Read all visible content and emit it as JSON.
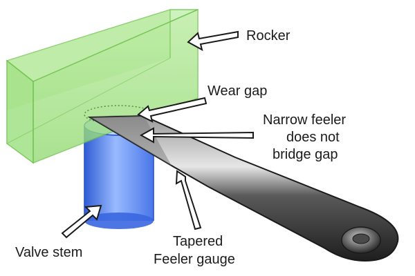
{
  "labels": {
    "rocker": "Rocker",
    "wear_gap": "Wear gap",
    "narrow_feeler_line1": "Narrow feeler",
    "narrow_feeler_line2": "does not",
    "narrow_feeler_line3": "bridge gap",
    "tapered_line1": "Tapered",
    "tapered_line2": "Feeler gauge",
    "valve_stem": "Valve stem"
  },
  "colors": {
    "rocker_fill": "#a8e48c",
    "rocker_edge": "#6cc14a",
    "valve_fill": "#5a8cf0",
    "valve_edge": "#1f4fd0",
    "gauge_dark": "#2a2a2a",
    "gauge_light": "#d8d8d8",
    "text": "#1a1a1a",
    "arrow": "#1a1a1a"
  }
}
